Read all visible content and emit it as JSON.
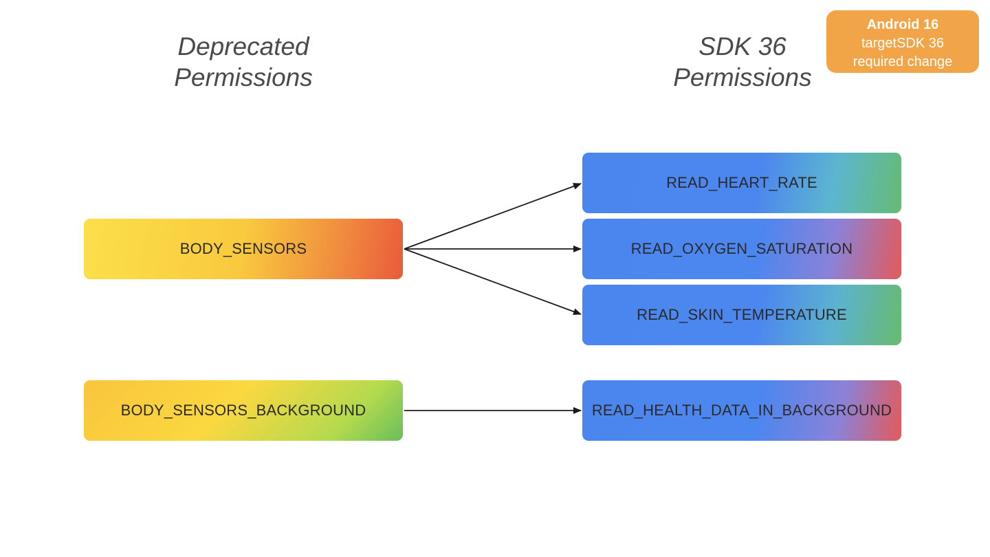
{
  "headings": {
    "left": [
      "Deprecated",
      "Permissions"
    ],
    "right": [
      "SDK 36",
      "Permissions"
    ]
  },
  "badge": {
    "line1": "Android 16",
    "line2": "targetSDK 36",
    "line3": "required change",
    "color": "#f2a548"
  },
  "deprecated": {
    "body_sensors": "BODY_SENSORS",
    "body_sensors_background": "BODY_SENSORS_BACKGROUND"
  },
  "sdk36": {
    "heart_rate": "READ_HEART_RATE",
    "oxygen_saturation": "READ_OXYGEN_SATURATION",
    "skin_temperature": "READ_SKIN_TEMPERATURE",
    "health_data_background": "READ_HEALTH_DATA_IN_BACKGROUND"
  },
  "mappings": [
    {
      "from": "BODY_SENSORS",
      "to": "READ_HEART_RATE"
    },
    {
      "from": "BODY_SENSORS",
      "to": "READ_OXYGEN_SATURATION"
    },
    {
      "from": "BODY_SENSORS",
      "to": "READ_SKIN_TEMPERATURE"
    },
    {
      "from": "BODY_SENSORS_BACKGROUND",
      "to": "READ_HEALTH_DATA_IN_BACKGROUND"
    }
  ]
}
